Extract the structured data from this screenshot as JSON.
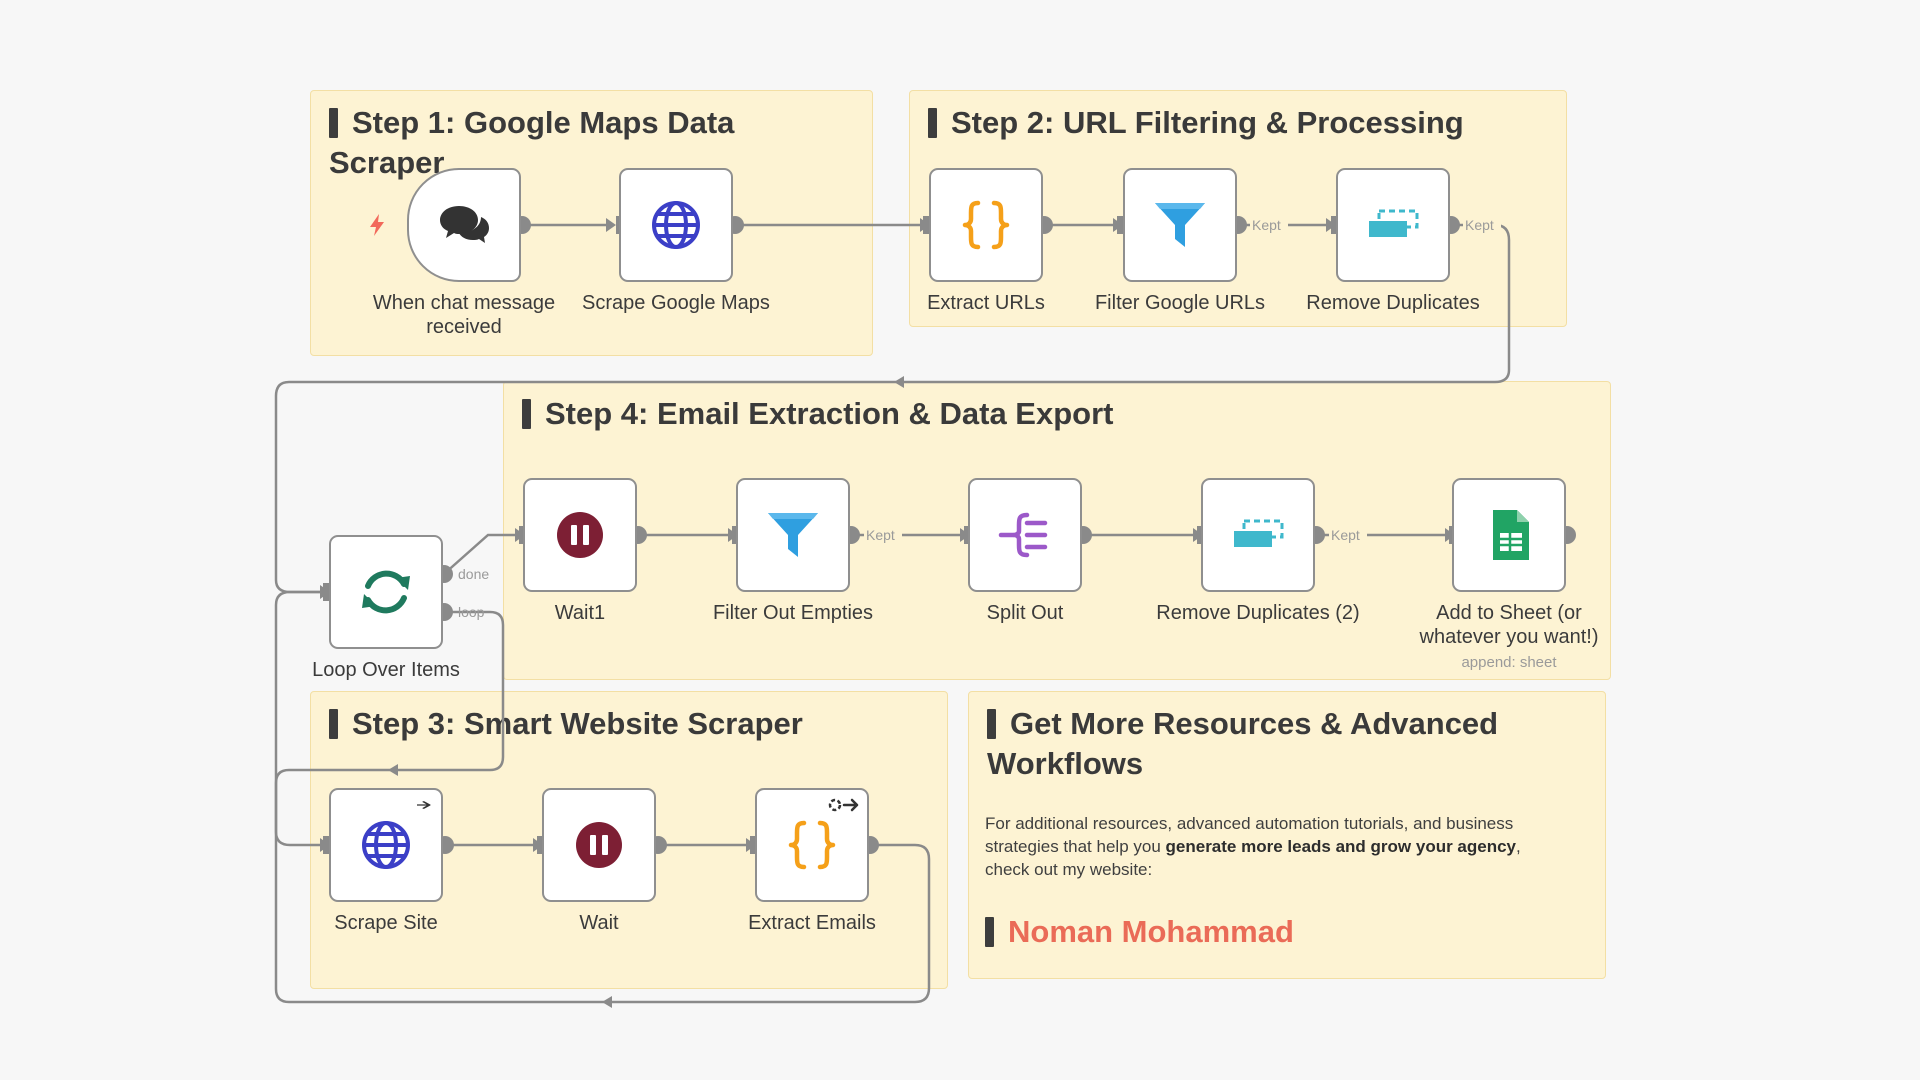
{
  "canvas": {
    "background": "#f7f7f7"
  },
  "colors": {
    "sticky_bg": "#fdf3d3",
    "wire": "#8a8a8a",
    "accent_link": "#ea6b57",
    "globe": "#3b3fc7",
    "code": "#f5a019",
    "filter": "#2f9fe0",
    "dedupe": "#3fb8cc",
    "wait": "#7d1f34",
    "split": "#9c59c9",
    "sheets": "#21a464",
    "loop": "#1f7a5e"
  },
  "sections": {
    "step1": {
      "title": "Step 1: Google Maps Data Scraper"
    },
    "step2": {
      "title": "Step 2: URL Filtering & Processing"
    },
    "step3": {
      "title": "Step 3: Smart Website Scraper"
    },
    "step4": {
      "title": "Step 4: Email Extraction & Data Export"
    },
    "resources": {
      "title": "Get More Resources & Advanced Workflows",
      "body_before": "For additional resources, advanced automation tutorials, and business strategies that help you ",
      "body_bold": "generate more leads and grow your agency",
      "body_after": ", check out my website:",
      "link": "Noman Mohammad"
    }
  },
  "nodes": {
    "chat_trigger": {
      "label": "When chat message received",
      "icon": "chat-bubbles-icon"
    },
    "scrape_maps": {
      "label": "Scrape Google Maps",
      "icon": "globe-icon"
    },
    "extract_urls": {
      "label": "Extract URLs",
      "icon": "code-braces-icon"
    },
    "filter_google": {
      "label": "Filter Google URLs",
      "icon": "filter-funnel-icon"
    },
    "remove_dup": {
      "label": "Remove Duplicates",
      "icon": "dedupe-icon"
    },
    "loop": {
      "label": "Loop Over Items",
      "icon": "loop-arrows-icon"
    },
    "wait1": {
      "label": "Wait1",
      "icon": "pause-icon"
    },
    "filter_empty": {
      "label": "Filter Out Empties",
      "icon": "filter-funnel-icon"
    },
    "split_out": {
      "label": "Split Out",
      "icon": "split-out-icon"
    },
    "remove_dup2": {
      "label": "Remove Duplicates (2)",
      "icon": "dedupe-icon"
    },
    "add_sheet": {
      "label": "Add to Sheet (or whatever you want!)",
      "sublabel": "append: sheet",
      "icon": "google-sheets-icon"
    },
    "scrape_site": {
      "label": "Scrape Site",
      "icon": "globe-icon"
    },
    "wait": {
      "label": "Wait",
      "icon": "pause-icon"
    },
    "extract_emails": {
      "label": "Extract Emails",
      "icon": "code-braces-icon"
    }
  },
  "connection_labels": {
    "kept": "Kept",
    "done": "done",
    "loop": "loop"
  }
}
